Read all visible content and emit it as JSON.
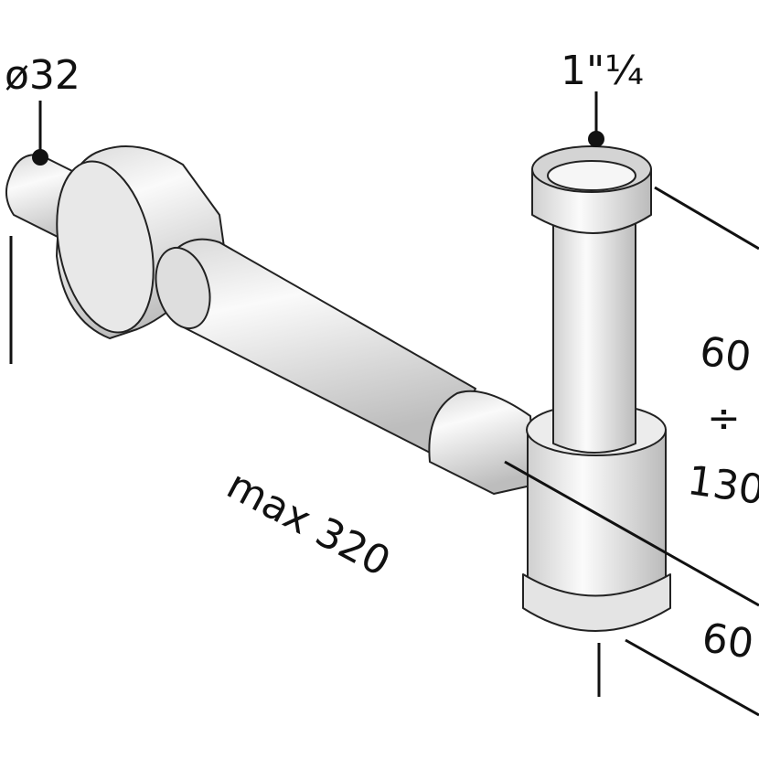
{
  "labels": {
    "inlet_diameter": "ø32",
    "thread_size": "1\"¼",
    "height_min": "60",
    "range_separator": "÷",
    "height_max": "130",
    "max_length": "max 320",
    "bottom_height": "60"
  },
  "colors": {
    "outline": "#222222",
    "body_light": "#f4f4f4",
    "body_shade": "#c9c9c9"
  }
}
